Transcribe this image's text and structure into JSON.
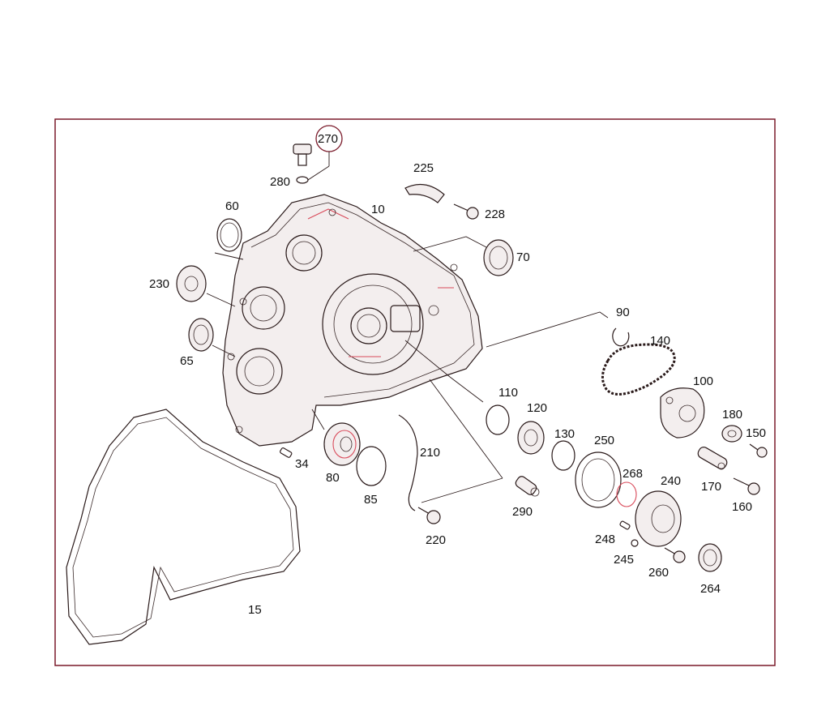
{
  "diagram": {
    "labels": {
      "p10": "10",
      "p15": "15",
      "p34": "34",
      "p60": "60",
      "p65": "65",
      "p70": "70",
      "p80": "80",
      "p85": "85",
      "p90": "90",
      "p100": "100",
      "p110": "110",
      "p120": "120",
      "p130": "130",
      "p140": "140",
      "p150": "150",
      "p160": "160",
      "p170": "170",
      "p180": "180",
      "p210": "210",
      "p220": "220",
      "p225": "225",
      "p228": "228",
      "p230": "230",
      "p240": "240",
      "p245": "245",
      "p248": "248",
      "p250": "250",
      "p260": "260",
      "p264": "264",
      "p268": "268",
      "p270": "270",
      "p280": "280",
      "p290": "290"
    },
    "colors": {
      "frame": "#7a1a2a",
      "highlight": "#d94a5a",
      "ink": "#2a1a1a"
    }
  }
}
